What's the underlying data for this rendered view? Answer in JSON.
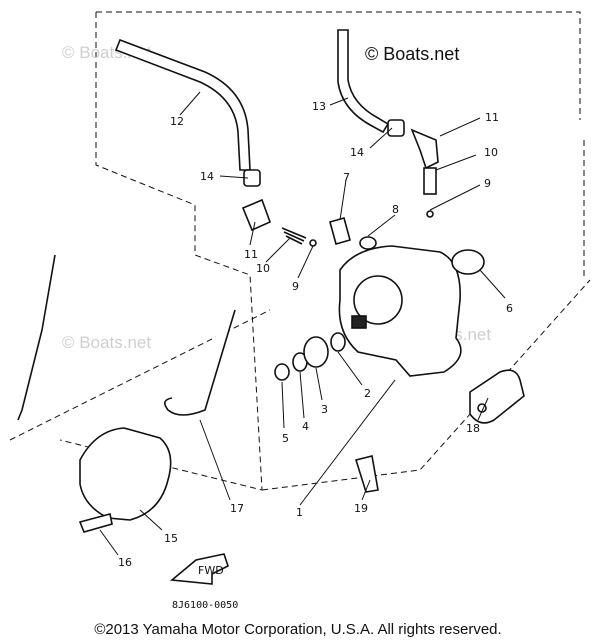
{
  "watermark": {
    "brand": "© Boats.net",
    "faint": "© Boats.net"
  },
  "callouts": [
    "1",
    "2",
    "3",
    "4",
    "5",
    "6",
    "7",
    "8",
    "9",
    "9",
    "10",
    "10",
    "11",
    "11",
    "12",
    "13",
    "14",
    "14",
    "15",
    "16",
    "17",
    "18",
    "19"
  ],
  "fwd_label": "FWD",
  "drawing_code": "8J6100-0050",
  "copyright": "©2013 Yamaha Motor Corporation, U.S.A. All rights reserved."
}
